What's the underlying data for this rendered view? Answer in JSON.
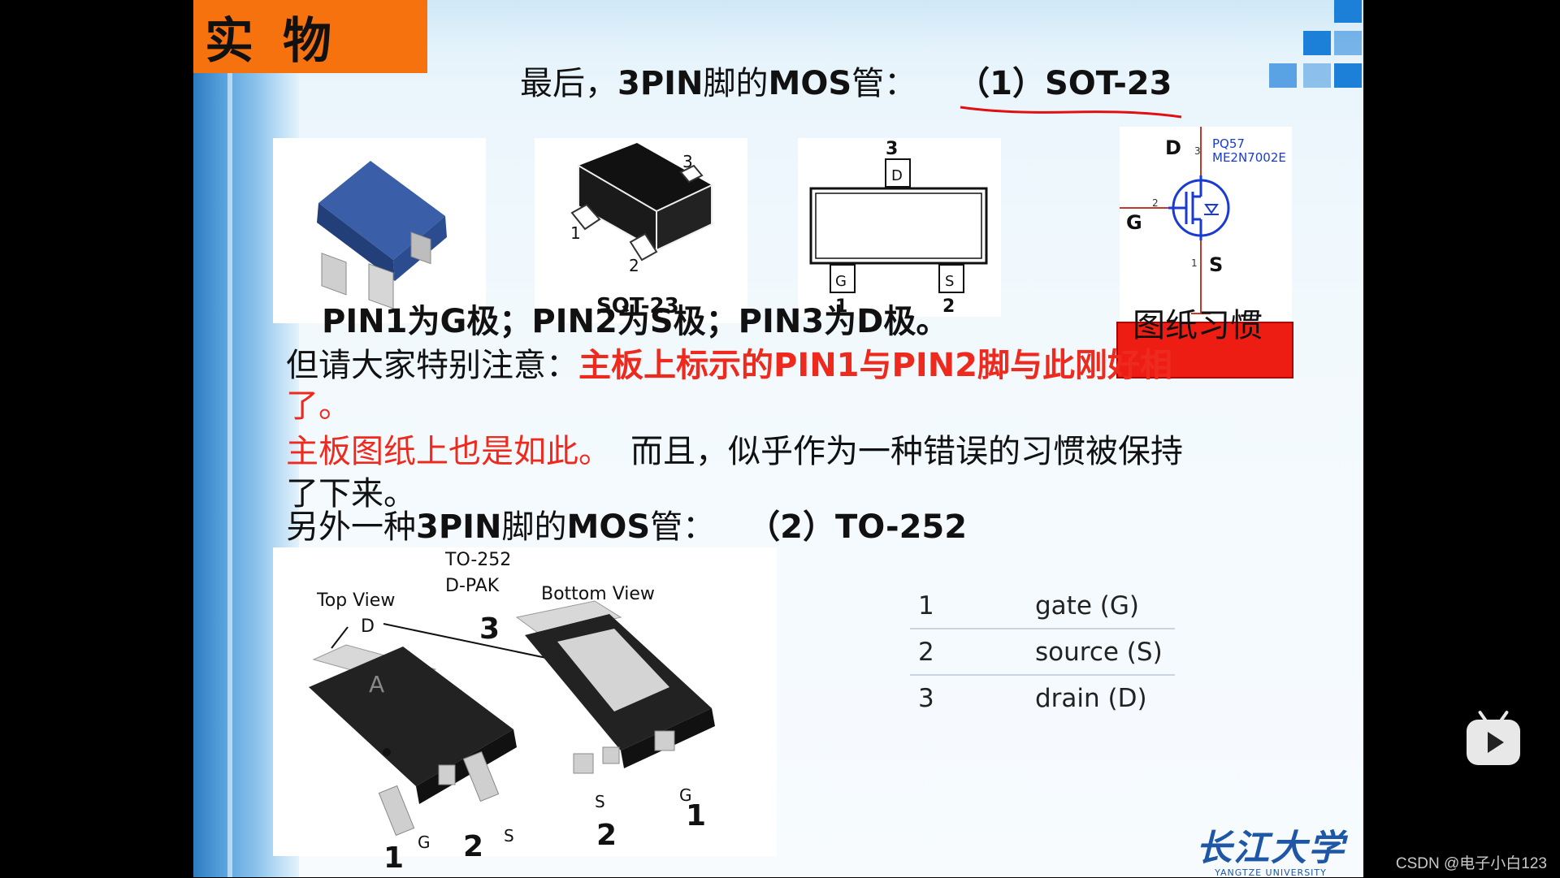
{
  "slide": {
    "badge": "实物",
    "heading1": {
      "prefix": "最后，",
      "bold": "3PIN",
      "mid": "脚的",
      "bold2": "MOS",
      "suffix": "管：",
      "package": "（1）SOT-23"
    },
    "images": {
      "sot23_blue": {
        "caption": "SOT-23"
      },
      "sot23_black": {
        "pin1": "1",
        "pin2": "2",
        "pin3": "3"
      },
      "pinout": {
        "top": "3",
        "d": "D",
        "g": "G",
        "s": "S",
        "bottom1": "1",
        "bottom2": "2"
      },
      "schematic": {
        "part1": "PQ57",
        "part2": "ME2N7002E",
        "d": "D",
        "g": "G",
        "s": "S",
        "pin3": "3",
        "pin2": "2",
        "pin1": "1"
      }
    },
    "red_box_text": "图纸习惯",
    "line_pin_def": "PIN1为G极；PIN2为S极；PIN3为D极。",
    "line_note_prefix": "但请大家特别注意：",
    "line_note_red": "主板上标示的PIN1与PIN2脚与此刚好相",
    "line_note_cont": "了。",
    "line_board_red": "主板图纸上也是如此。",
    "line_board_black": "而且，似乎作为一种错误的习惯被保持",
    "line_board_cont": "了下来。",
    "heading2": {
      "prefix": "另外一种",
      "bold": "3PIN",
      "mid": "脚的",
      "bold2": "MOS",
      "suffix": "管：",
      "package": "（2）TO-252"
    },
    "to252": {
      "label1": "TO-252",
      "label2": "D-PAK",
      "top_view": "Top View",
      "bottom_view": "Bottom View",
      "d": "D",
      "num3": "3",
      "top_g": "G",
      "top_s": "S",
      "top_1": "1",
      "top_2": "2",
      "bot_s": "S",
      "bot_g": "G",
      "bot_2": "2",
      "bot_1": "1"
    },
    "pin_table": [
      {
        "num": "1",
        "name": "gate (G)"
      },
      {
        "num": "2",
        "name": "source (S)"
      },
      {
        "num": "3",
        "name": "drain (D)"
      }
    ],
    "logo": {
      "cn": "长江大学",
      "en": "YANGTZE UNIVERSITY"
    }
  },
  "watermark": "CSDN @电子小白123"
}
